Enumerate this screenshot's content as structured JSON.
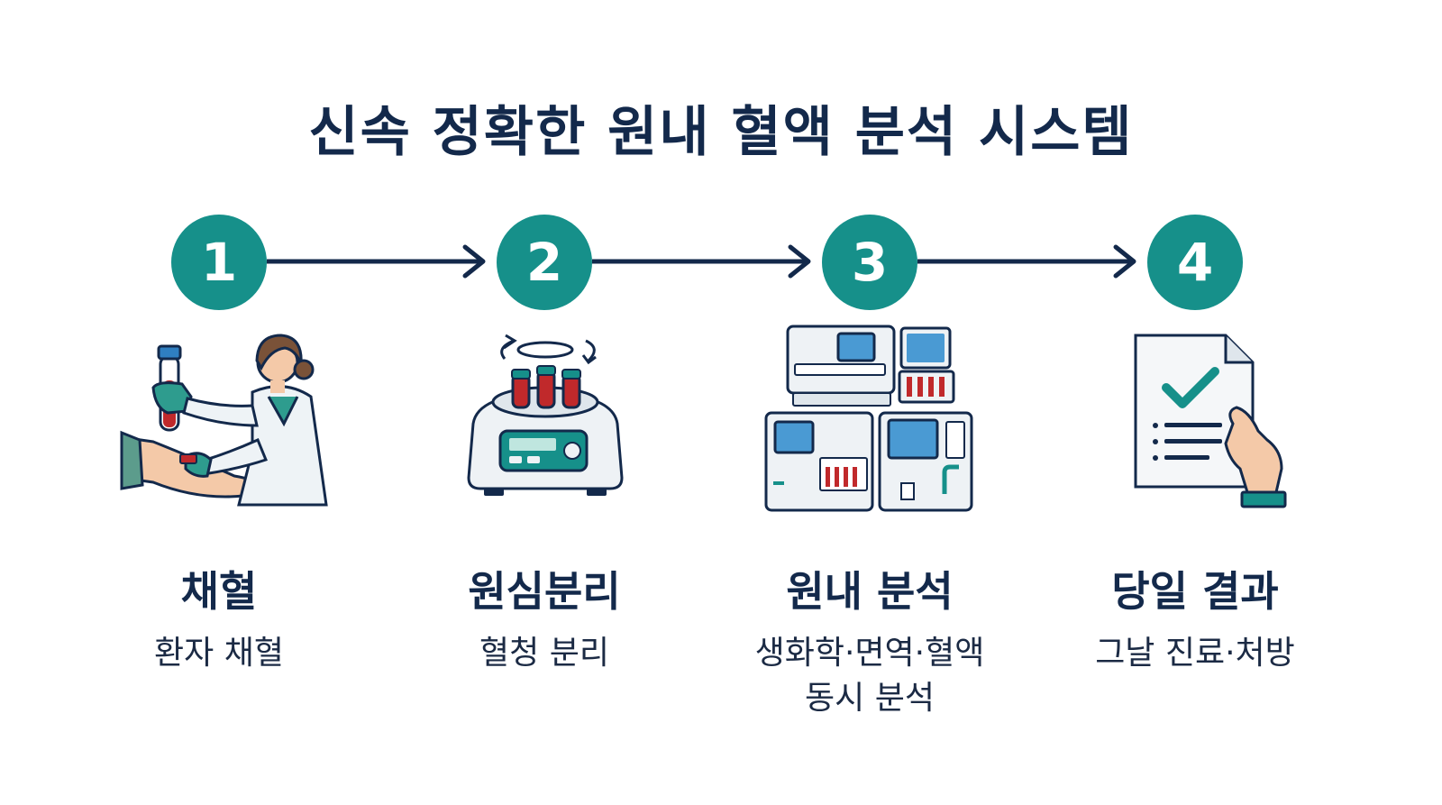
{
  "title": "신속 정확한 원내 혈액 분석 시스템",
  "steps": [
    {
      "number": "1",
      "title": "채혈",
      "desc": [
        "환자 채혈"
      ]
    },
    {
      "number": "2",
      "title": "원심분리",
      "desc": [
        "혈청 분리"
      ]
    },
    {
      "number": "3",
      "title": "원내 분석",
      "desc": [
        "생화학·면역·혈액",
        "동시 분석"
      ]
    },
    {
      "number": "4",
      "title": "당일 결과",
      "desc": [
        "그날 진료·처방"
      ]
    }
  ],
  "colors": {
    "teal": "#16908a",
    "navy": "#13294b"
  }
}
